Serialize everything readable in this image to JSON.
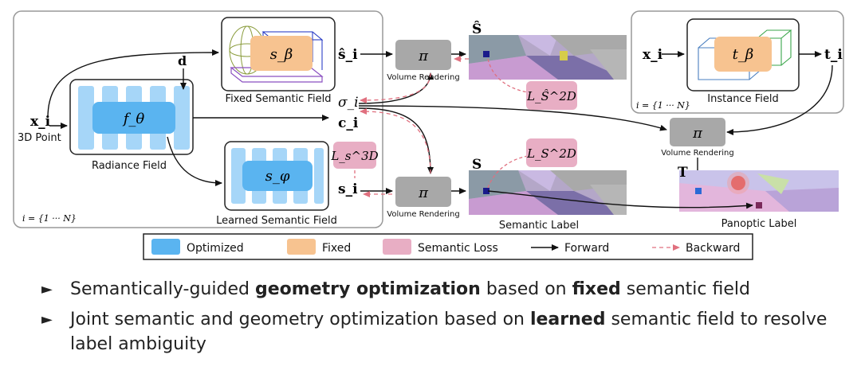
{
  "diagram": {
    "labels": {
      "fixed_field": "Fixed Semantic Field",
      "radiance_field": "Radiance Field",
      "learned_field": "Learned Semantic Field",
      "instance_field": "Instance Field",
      "point": "3D Point",
      "volume_rendering": "Volume Rendering",
      "semantic_label": "Semantic Label",
      "panoptic_label": "Panoptic Label",
      "index_left": "i = {1 ··· N}",
      "index_right": "i = {1 ··· N}"
    },
    "math": {
      "s_beta": "s_β",
      "f_theta": "f_θ",
      "s_phi": "s_φ",
      "t_beta": "t_β",
      "d": "d",
      "x_i": "x_i",
      "s_hat_i": "ŝ_i",
      "sigma_i": "σ_i",
      "c_i": "c_i",
      "s_i": "s_i",
      "t_i": "t_i",
      "pi": "π",
      "S_hat": "Ŝ",
      "S": "S",
      "T": "T",
      "loss_2d_hat": "L_Ŝ^2D",
      "loss_3d": "L_s^3D",
      "loss_2d": "L_S^2D"
    }
  },
  "legend": {
    "optimized": "Optimized",
    "fixed": "Fixed",
    "semantic_loss": "Semantic Loss",
    "forward": "Forward",
    "backward": "Backward"
  },
  "colors": {
    "optimized": "#5ab4f0",
    "fixed": "#f7c390",
    "semantic_loss": "#e8aec4",
    "backward": "#e0707f",
    "render_box": "#a8a8a8"
  },
  "bullets": [
    {
      "marker": "►",
      "parts": [
        {
          "text": "Semantically-guided ",
          "bold": false
        },
        {
          "text": "geometry optimization",
          "bold": true
        },
        {
          "text": " based on ",
          "bold": false
        },
        {
          "text": "fixed",
          "bold": true
        },
        {
          "text": " semantic field",
          "bold": false
        }
      ]
    },
    {
      "marker": "►",
      "parts": [
        {
          "text": "Joint semantic and geometry optimization based on ",
          "bold": false
        },
        {
          "text": "learned",
          "bold": true
        },
        {
          "text": " semantic field to resolve label ambiguity",
          "bold": false
        }
      ]
    }
  ]
}
